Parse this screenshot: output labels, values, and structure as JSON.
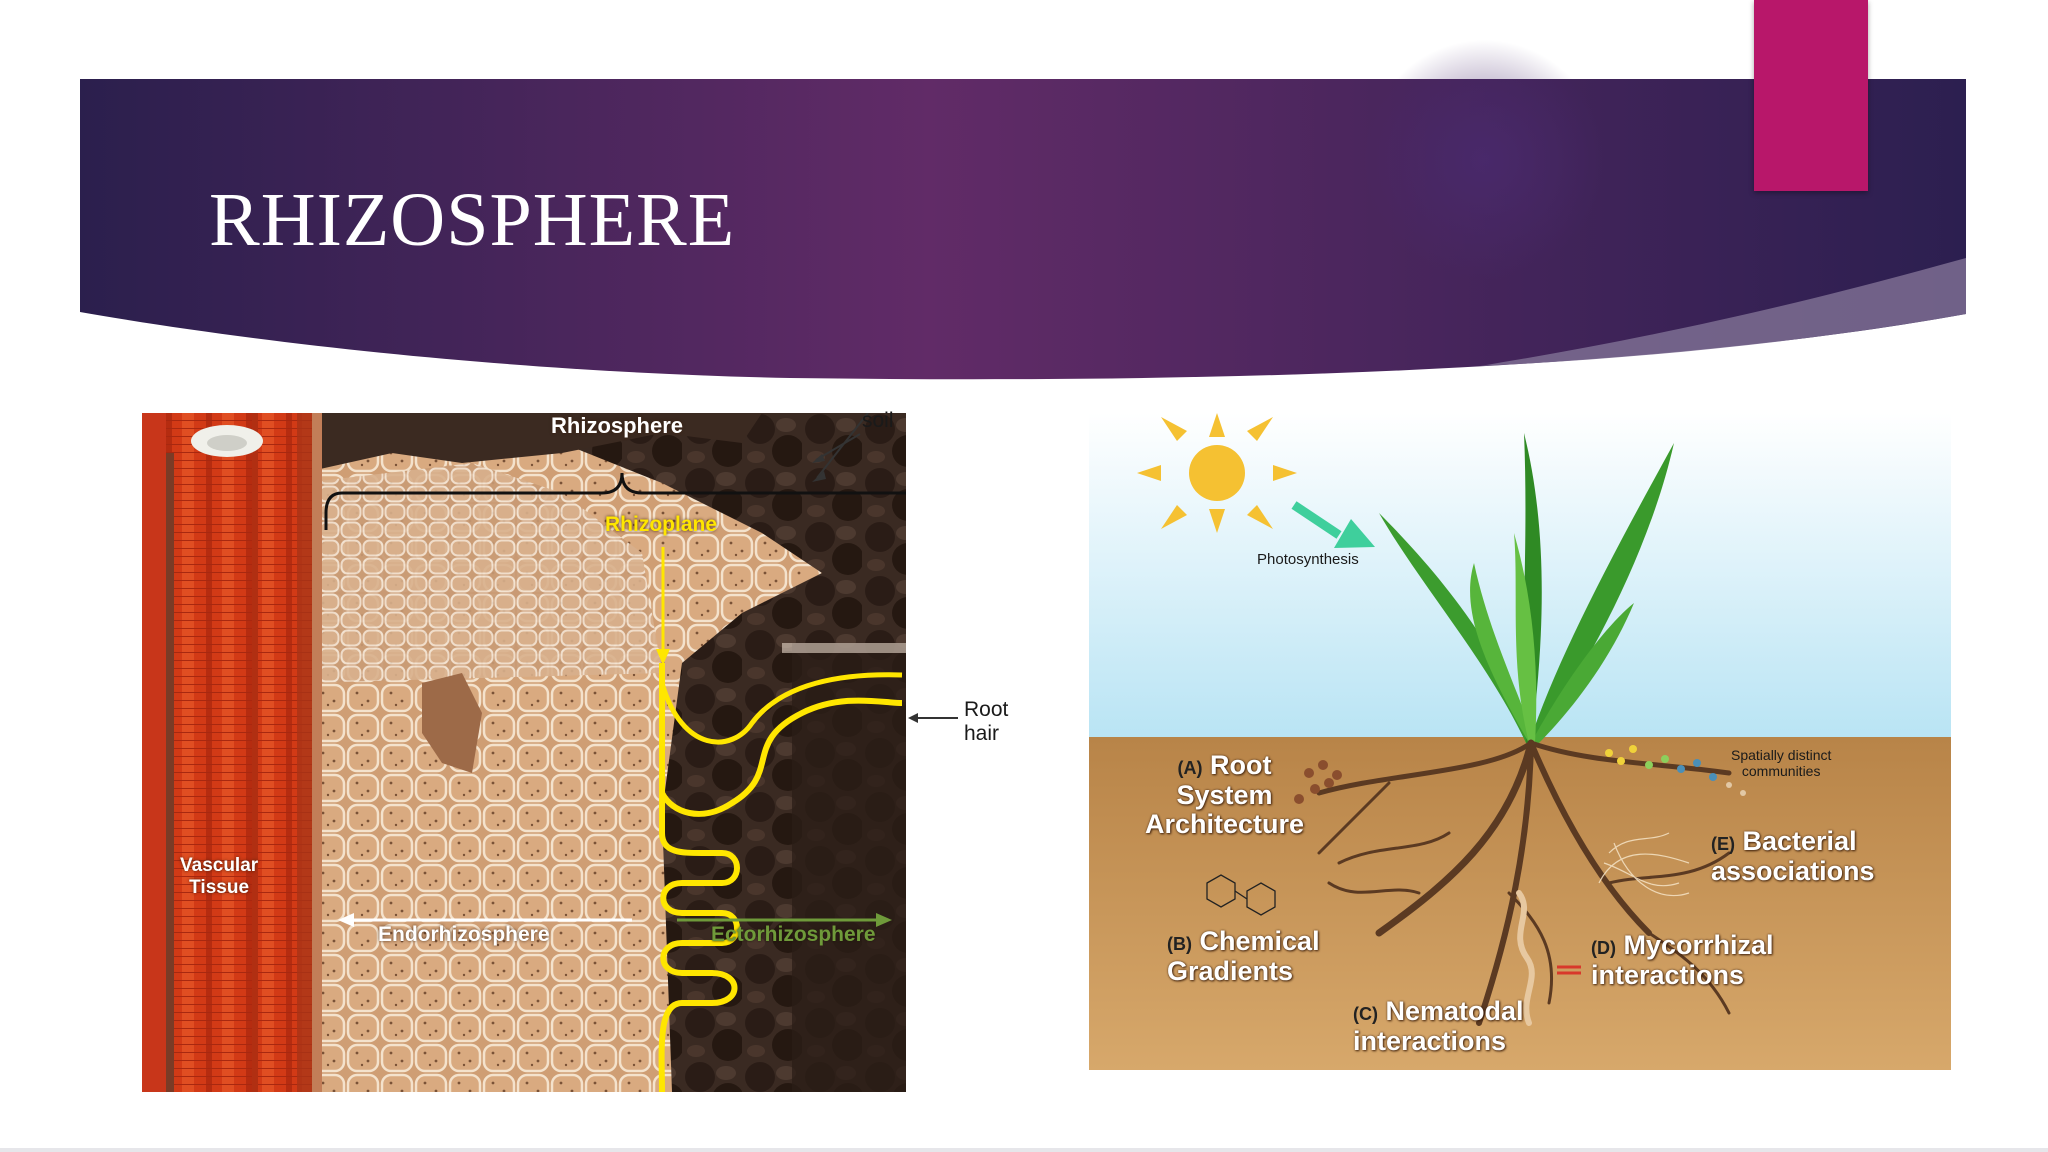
{
  "slide": {
    "title": "RHIZOSPHERE",
    "colors": {
      "banner_dark": "#2d1f4f",
      "banner_mid": "#5e2a66",
      "accent_tab": "#b8176a"
    }
  },
  "left_figure": {
    "labels": {
      "rhizosphere": "Rhizosphere",
      "soil": "soil",
      "rhizoplane": "Rhizoplane",
      "root_hair": "Root\nhair",
      "vascular_tissue": "Vascular\nTissue",
      "endorhizosphere": "Endorhizosphere",
      "ectorhizosphere": "Ectorhizosphere"
    }
  },
  "right_figure": {
    "labels": {
      "photosynthesis": "Photosynthesis",
      "spatially_distinct": "Spatially distinct\ncommunities",
      "a_tag": "(A)",
      "a_text": "Root\nSystem\nArchitecture",
      "b_tag": "(B)",
      "b_text": "Chemical\nGradients",
      "c_tag": "(C)",
      "c_text": "Nematodal\ninteractions",
      "d_tag": "(D)",
      "d_text": "Mycorrhizal\ninteractions",
      "e_tag": "(E)",
      "e_text": "Bacterial\nassociations"
    }
  }
}
